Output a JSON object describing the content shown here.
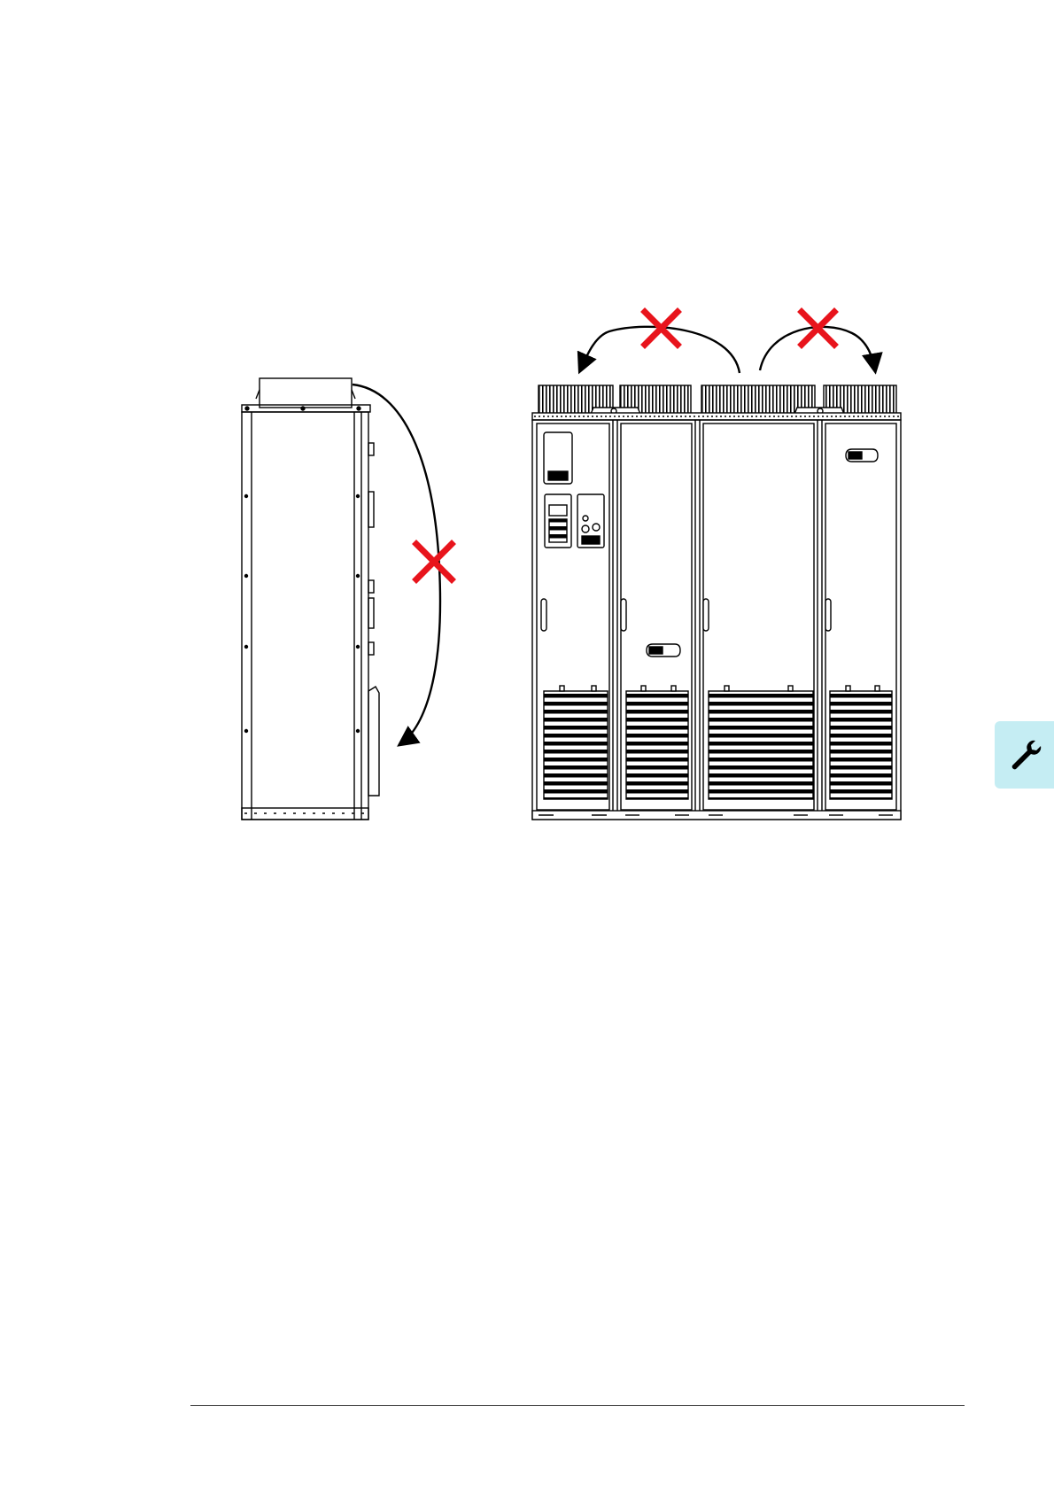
{
  "document": {
    "page_width": "A4",
    "figure": {
      "views": [
        "side-view",
        "front-view"
      ],
      "prohibited_marks": 3,
      "accent_color": "#e8141c",
      "line_color": "#000000"
    },
    "side_tab": {
      "icon": "wrench-icon",
      "background_color": "#c5edf3",
      "icon_color": "#000000"
    }
  }
}
